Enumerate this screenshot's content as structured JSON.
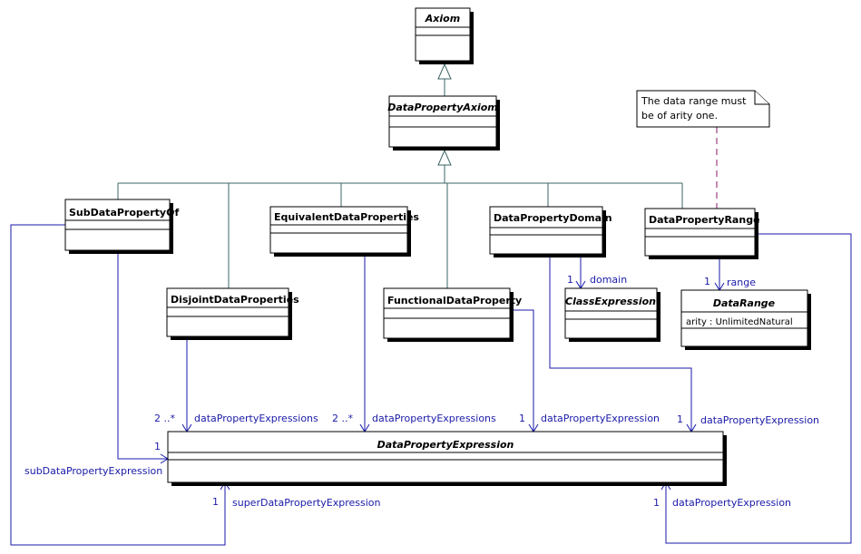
{
  "classes": {
    "axiom": {
      "name": "Axiom"
    },
    "data_property_axiom": {
      "name": "DataPropertyAxiom"
    },
    "sub_data_property_of": {
      "name": "SubDataPropertyOf"
    },
    "disjoint_data_properties": {
      "name": "DisjointDataProperties"
    },
    "equivalent_data_properties": {
      "name": "EquivalentDataProperties"
    },
    "functional_data_property": {
      "name": "FunctionalDataProperty"
    },
    "data_property_domain": {
      "name": "DataPropertyDomain"
    },
    "data_property_range": {
      "name": "DataPropertyRange"
    },
    "class_expression": {
      "name": "ClassExpression"
    },
    "data_range": {
      "name": "DataRange",
      "attribute": "arity : UnlimitedNatural"
    },
    "data_property_expression": {
      "name": "DataPropertyExpression"
    }
  },
  "note": {
    "line1": "The data range must",
    "line2": "be of arity one."
  },
  "associations": {
    "domain": {
      "multiplicity": "1",
      "role": "domain"
    },
    "range": {
      "multiplicity": "1",
      "role": "range"
    },
    "disjoint_expressions": {
      "multiplicity": "2 ..*",
      "role": "dataPropertyExpressions"
    },
    "equivalent_expressions": {
      "multiplicity": "2 ..*",
      "role": "dataPropertyExpressions"
    },
    "functional_expression": {
      "multiplicity": "1",
      "role": "dataPropertyExpression"
    },
    "domain_expression": {
      "multiplicity": "1",
      "role": "dataPropertyExpression"
    },
    "sub_expression": {
      "multiplicity": "1",
      "role": "subDataPropertyExpression"
    },
    "super_expression": {
      "multiplicity": "1",
      "role": "superDataPropertyExpression"
    },
    "range_expression": {
      "multiplicity": "1",
      "role": "dataPropertyExpression"
    }
  },
  "colors": {
    "generalization": "#3c6464",
    "association": "#1a1aa8",
    "note_link": "#8a1a6a"
  }
}
